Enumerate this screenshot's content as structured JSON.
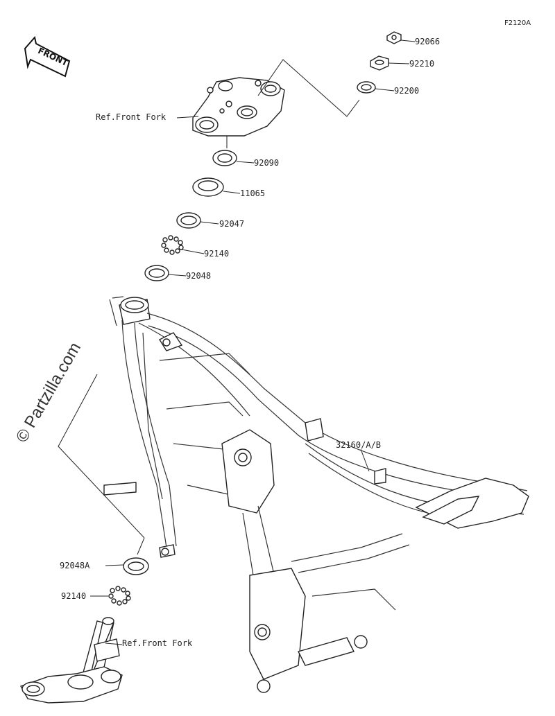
{
  "diagram_code": "F2120A",
  "front_arrow_label": "FRONT",
  "watermark": "© Partzilla.com",
  "parts": {
    "p92066": "92066",
    "p92210": "92210",
    "p92200": "92200",
    "p92090": "92090",
    "p11065": "11065",
    "p92047": "92047",
    "p92140_top": "92140",
    "p92048": "92048",
    "p32160": "32160/A/B",
    "p92048A": "92048A",
    "p92140_bottom": "92140"
  },
  "refs": {
    "upper": "Ref.Front Fork",
    "lower": "Ref.Front Fork"
  }
}
